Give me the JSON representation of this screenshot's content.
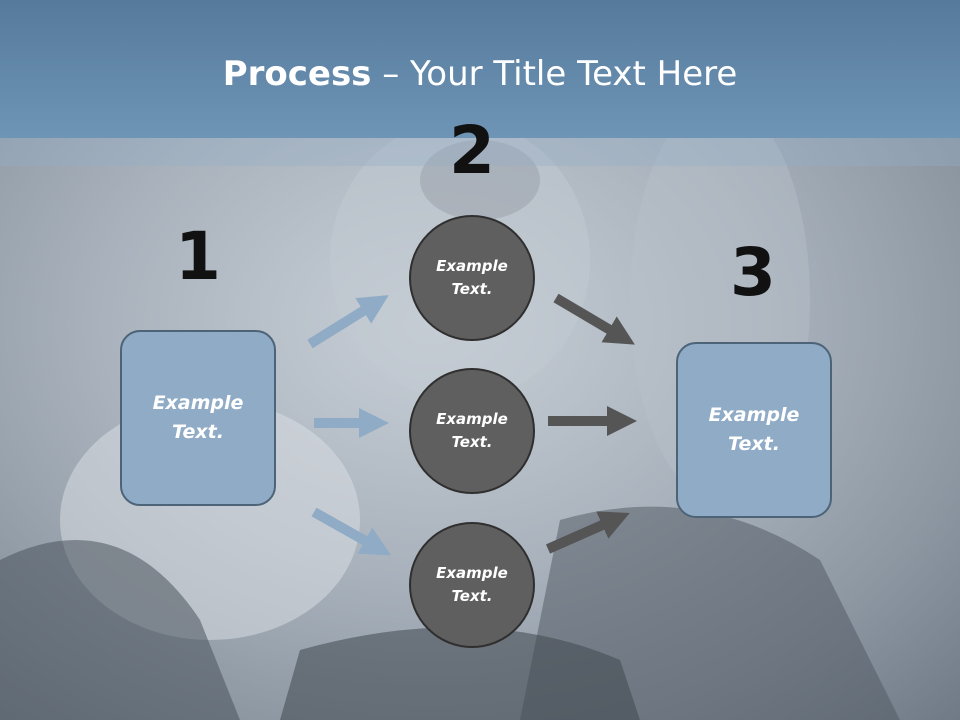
{
  "title": {
    "bold": "Process",
    "rest": " – Your Title Text Here"
  },
  "steps": [
    {
      "number": "1",
      "line1": "Example",
      "line2": "Text."
    },
    {
      "number": "2"
    },
    {
      "number": "3",
      "line1": "Example",
      "line2": "Text."
    }
  ],
  "circles": [
    {
      "line1": "Example",
      "line2": "Text."
    },
    {
      "line1": "Example",
      "line2": "Text."
    },
    {
      "line1": "Example",
      "line2": "Text."
    }
  ],
  "colors": {
    "title_bar": "#6e94b6",
    "box_fill": "#8fabc6",
    "circle_fill": "#5f5f5f",
    "arrow_in": "#8fabc6",
    "arrow_out": "#555555"
  }
}
